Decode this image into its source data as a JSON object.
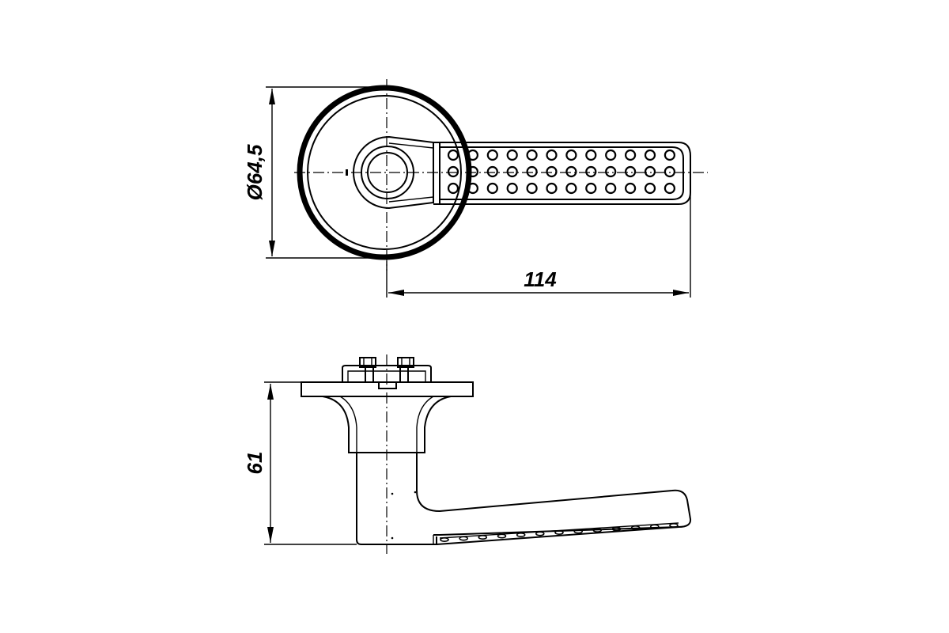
{
  "drawing": {
    "top_view": {
      "dimension_diameter": "Ø64,5",
      "dimension_length": "114",
      "grip_rows": 3,
      "grip_cols": 12
    },
    "side_view": {
      "dimension_height": "61",
      "grip_dots": 13
    },
    "line_color": "#000000",
    "background_color": "#ffffff"
  }
}
